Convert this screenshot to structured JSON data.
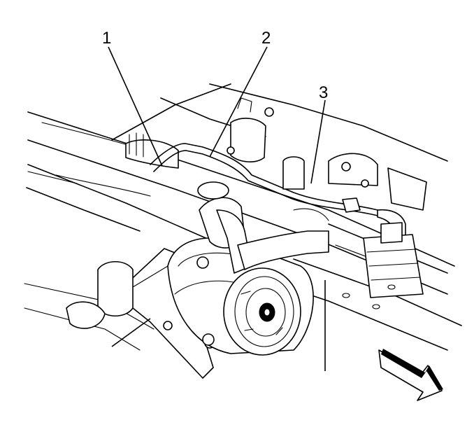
{
  "figure": {
    "callouts": [
      {
        "id": "1",
        "label": "1"
      },
      {
        "id": "2",
        "label": "2"
      },
      {
        "id": "3",
        "label": "3"
      }
    ],
    "view_arrow_icon": "front-of-vehicle-arrow-icon",
    "colors": {
      "ink": "#000000",
      "paper": "#ffffff"
    }
  }
}
